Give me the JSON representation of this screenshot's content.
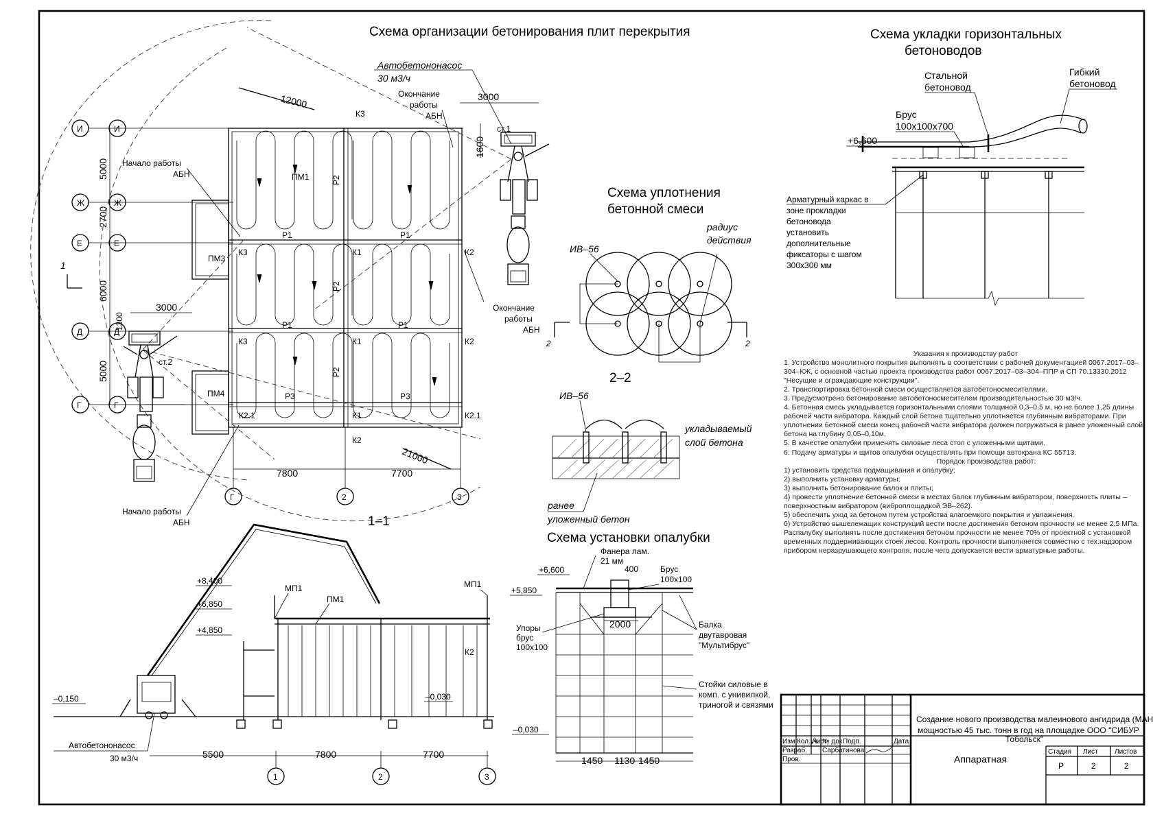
{
  "titles": {
    "main": "Схема организации бетонирования плит перекрытия",
    "horizontal": "Схема укладки горизонтальных",
    "horizontal2": "бетоноводов",
    "compaction1": "Схема уплотнения",
    "compaction2": "бетонной смеси",
    "formwork": "Схема установки опалубки",
    "section11": "1–1",
    "section22": "2–2"
  },
  "plan": {
    "axes_left": [
      "И",
      "Ж",
      "Е",
      "Д",
      "Г"
    ],
    "axes_bottom": [
      "Г",
      "2",
      "3"
    ],
    "dims_vertical": [
      "5000",
      "2700",
      "6000",
      "5000"
    ],
    "dims_bottom": [
      "7800",
      "7700"
    ],
    "dim_12000": "12000",
    "dim_21000": "21000",
    "dim_3000_top": "3000",
    "dim_3000_left": "3000",
    "dim_1600": "1600",
    "dim_1300": "1300",
    "pump_label": "Автобетононасос",
    "pump_rate": "30 м3/ч",
    "end_work_top": [
      "Окончание",
      "работы",
      "АБН"
    ],
    "end_work_right": [
      "Окончание",
      "работы",
      "АБН"
    ],
    "start_work_top": [
      "Начало работы",
      "АБН"
    ],
    "start_work_bottom": [
      "Начало работы",
      "АБН"
    ],
    "st1": "ст.1",
    "st2": "ст.2",
    "pm1": "ПМ1",
    "pm3": "ПМ3",
    "pm4": "ПМ4",
    "k3": "К3",
    "k1": "К1",
    "k2": "К2",
    "k21": "К2.1",
    "p1": "Р1",
    "p2": "Р2",
    "p3": "Р3",
    "mark1": "1"
  },
  "section": {
    "elev_8400": "+8,400",
    "elev_6850": "+6,850",
    "elev_4850": "+4,850",
    "elev_m0150": "–0,150",
    "elev_m0030": "–0,030",
    "mp1": "МП1",
    "pm1": "ПМ1",
    "k2": "К2",
    "pump": "Автобетононасос",
    "rate": "30 м3/ч",
    "dims": [
      "5500",
      "7800",
      "7700"
    ],
    "axes": [
      "1",
      "2",
      "3"
    ]
  },
  "compaction": {
    "iv56": "ИВ–56",
    "radius": "радиус",
    "action": "действия",
    "cut": "2",
    "layer1": "укладываемый",
    "layer2": "слой бетона",
    "prev1": "ранее",
    "prev2": "уложенный бетон"
  },
  "hpipe": {
    "steel1": "Стальной",
    "steel2": "бетоновод",
    "flex1": "Гибкий",
    "flex2": "бетоновод",
    "beam1": "Брус",
    "beam2": "100х100х700",
    "elev": "+6,600",
    "note": [
      "Арматурный каркас в",
      "зоне прокладки",
      "бетоновода",
      "установить",
      "дополнительные",
      "фиксаторы с шагом",
      "300х300 мм"
    ]
  },
  "formwork": {
    "plywood": "Фанера лам.",
    "mm21": "21 мм",
    "d400": "400",
    "brus1": "Брус",
    "brus2": "100х100",
    "e6600": "+6,600",
    "e5850": "+5,850",
    "em0030": "–0,030",
    "d2000": "2000",
    "supports": [
      "Упоры",
      "брус",
      "100х100"
    ],
    "beam": [
      "Балка",
      "двутавровая",
      "\"Мультибрус\""
    ],
    "posts": [
      "Стойки силовые в",
      "комп. с унивилкой,",
      "триногой и связями"
    ],
    "dims": [
      "1450",
      "1130",
      "1450"
    ]
  },
  "notes": {
    "title": "Указания к производству работ",
    "items": [
      "1. Устройство монолитного покрытия выполнять в соответствии с рабочей документацией 0067.2017–03–304–КЖ, с основной частью проекта производства работ 0067.2017–03–304–ППР и СП 70.13330.2012 \"Несущие и ограждающие конструкции\".",
      "2. Транспортировка бетонной смеси осуществляется автобетоносмесителями.",
      "3. Предусмотрено бетонирование автобетоносмесителем производительностью 30 м3/ч.",
      "4. Бетонная смесь укладывается горизонтальными слоями толщиной 0,3–0,5 м, но не более 1,25 длины рабочей части вибратора. Каждый слой бетона тщательно уплотняется глубинным вибраторами. При уплотнении бетонной смеси конец рабочей части вибратора должен погружаться в ранее уложенный слой бетона на глубину 0,05–0,10м.",
      "5. В качестве опалубки применять силовые леса стол с уложенными щитами.",
      "6. Подачу арматуры и щитов опалубки осуществлять при помощи автокрана КС 55713."
    ],
    "order_title": "Порядок производства работ:",
    "order": [
      "1)       установить средства подмащивания и опалубку;",
      "2)       выполнить установку арматуры;",
      "3)       выполнить бетонирование балок и плиты;",
      "4)       провести уплотнение бетонной смеси в местах балок глубинным вибратором, поверхность плиты – поверхностным вибратором (виброплощадкой ЭВ–262).",
      "5)       обеспечить уход за бетоном путем устройства влагоемкого покрытия и увлажнения.",
      "6)       Устройство вышележащих конструкций вести после достижения бетоном прочности не менее 2,5 МПа. Распалубку выполнять после достижения бетоном прочности не менее 70% от проектной с установкой временных поддерживающих стоек лесов. Контроль прочности выполняется совместно с тех.надзором прибором неразрушающего контроля, после чего допускается вести арматурные работы."
    ]
  },
  "titleblock": {
    "project": [
      "Создание нового производства малеинового ангидрида (МАН)",
      "мощностью 45 тыс. тонн в год на площадке ООО \"СИБУР",
      "Тобольск\""
    ],
    "sheet_name": "Аппаратная",
    "cols": [
      "Изм.",
      "Кол.уч",
      "Лист",
      "№ док",
      "Подп.",
      "Дата"
    ],
    "razrab": "Разраб.",
    "razrab_name": "Сарбатинова",
    "prov": "Пров.",
    "stage_h": "Стадия",
    "sheet_h": "Лист",
    "sheets_h": "Листов",
    "stage": "Р",
    "sheet": "2",
    "sheets": "2"
  }
}
